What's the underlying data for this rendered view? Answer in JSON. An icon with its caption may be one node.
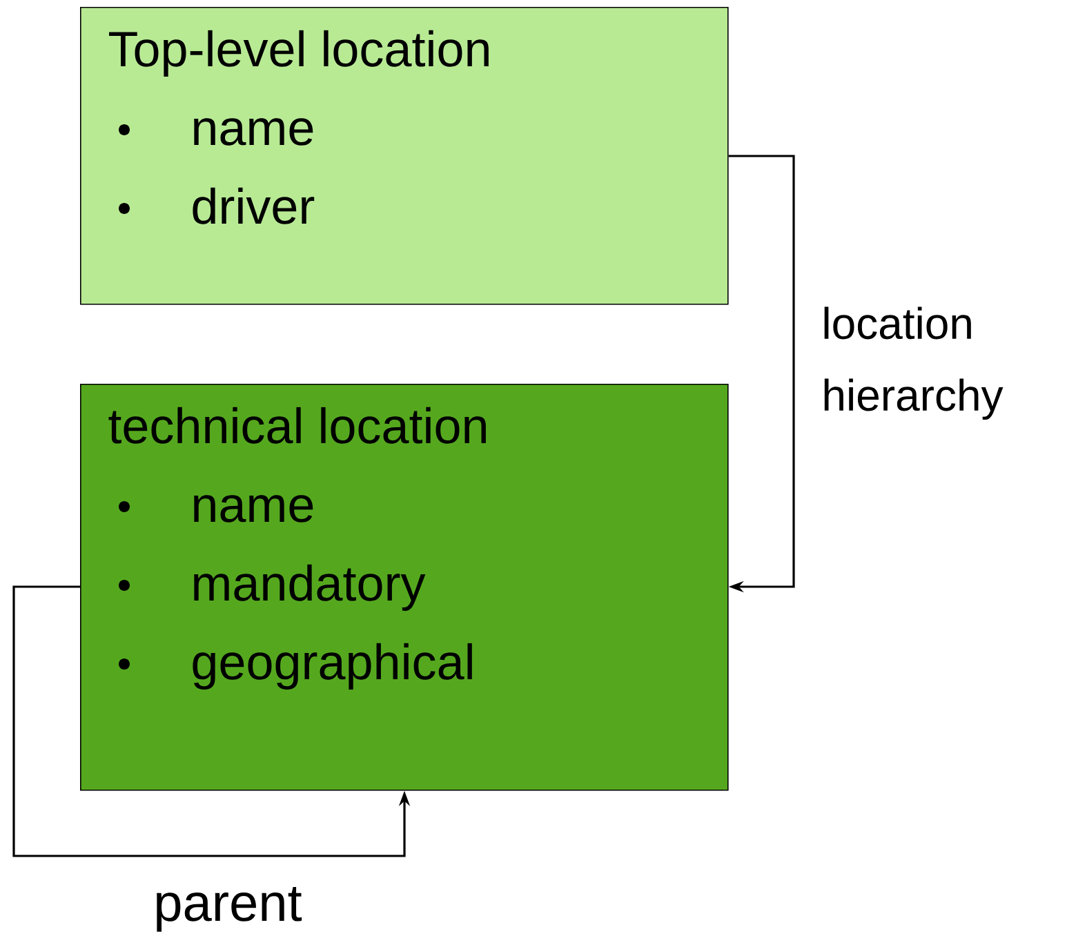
{
  "diagram": {
    "nodes": [
      {
        "text": [
          "Top-level location",
          "name",
          "driver"
        ]
      },
      {
        "text": [
          "technical location",
          "name",
          "mandatory",
          "geographical"
        ]
      }
    ],
    "edges": [
      {
        "from": 0,
        "to": 1,
        "arrow": "to",
        "label": "location hierarchy"
      },
      {
        "from": 1,
        "to": 1,
        "arrow": "to",
        "label": "parent"
      }
    ]
  }
}
